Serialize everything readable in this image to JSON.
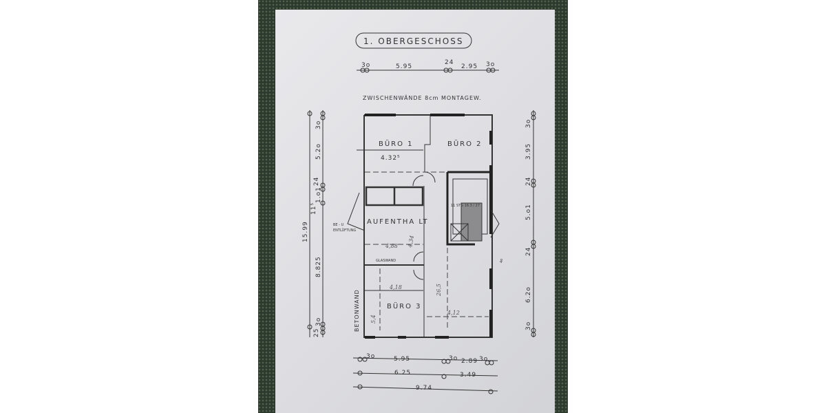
{
  "title": "1. OBERGESCHOSS",
  "note": "ZWISCHENWÄNDE  8cm  MONTAGEW.",
  "top_dims": [
    "3o",
    "5.95",
    "24",
    "2.95",
    "3o"
  ],
  "left_dims": {
    "d1": "3o",
    "d2": "5.2o",
    "d3": "24",
    "d4": "1.o1",
    "d5": "11⁵",
    "d6": "15.99",
    "d7": "8.825",
    "d8": "3o",
    "d9": "25"
  },
  "right_dims": [
    "3o",
    "3.95",
    "24",
    "5.o1",
    "24",
    "6.2o",
    "3o"
  ],
  "bottom_dims": {
    "r1": [
      "3o",
      "5.95",
      "3o",
      "2.89",
      "3o"
    ],
    "r2": [
      "6.25",
      "3.49"
    ],
    "r3": "9.74"
  },
  "rooms": {
    "buero1": "BÜRO 1",
    "buero1_dim": "4.32⁵",
    "buero2": "BÜRO 2",
    "aufenthalt": "AUFENTHA  LT",
    "buero3": "BÜRO 3",
    "stairs": "11 STG 16.3 / 27"
  },
  "annotations": {
    "vent1": "BE - U",
    "vent2": "ENTLÜFTUNG",
    "glaswand": "GLASWAND",
    "betonwand": "BETONWAND",
    "right_small": "4o"
  },
  "handwritten": [
    "4,88",
    "4,34",
    "4,18",
    "5,4",
    "26,5",
    "4,12"
  ]
}
